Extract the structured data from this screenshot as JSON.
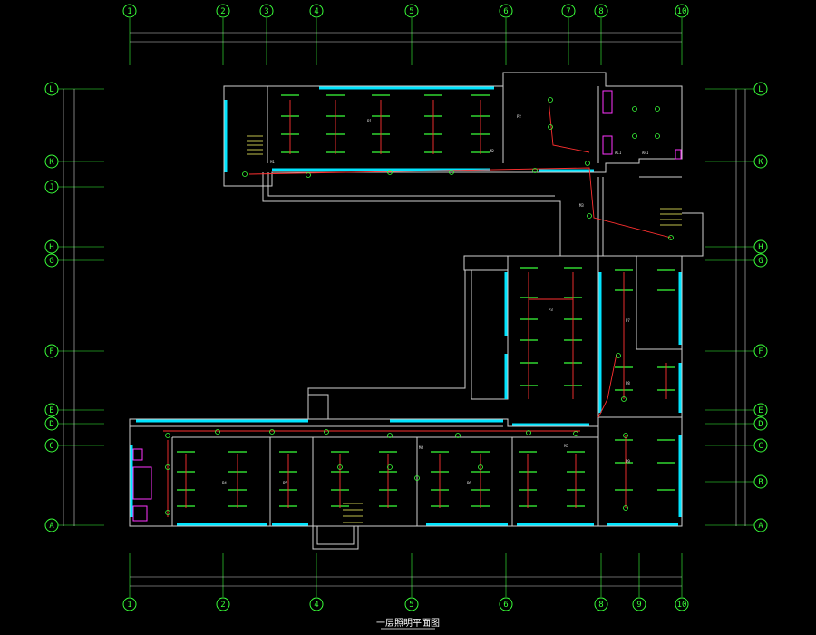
{
  "drawing": {
    "caption": "一层照明平面图",
    "colors": {
      "background": "#000000",
      "grid": "#39ff39",
      "walls": "#cfcfcf",
      "windows": "#00e5ff",
      "fixtures": "#39ff39",
      "wiring": "#ff3030",
      "toilets": "#ff33ff",
      "stairs": "#ffff66"
    },
    "axes_top": [
      "1",
      "2",
      "3",
      "4",
      "5",
      "6",
      "7",
      "8",
      "10"
    ],
    "axes_bottom": [
      "1",
      "2",
      "4",
      "5",
      "6",
      "8",
      "9",
      "10"
    ],
    "axes_left": [
      "L",
      "K",
      "J",
      "H",
      "G",
      "F",
      "E",
      "D",
      "C",
      "A"
    ],
    "axes_right": [
      "L",
      "K",
      "H",
      "G",
      "F",
      "E",
      "D",
      "C",
      "B",
      "A"
    ],
    "room_labels": [
      "P1",
      "P2",
      "P3",
      "P4",
      "P5",
      "P6",
      "P7",
      "P8",
      "P9"
    ],
    "panel_labels": [
      "M1",
      "M2",
      "M3",
      "M4",
      "M5",
      "AL1",
      "AP1"
    ]
  }
}
